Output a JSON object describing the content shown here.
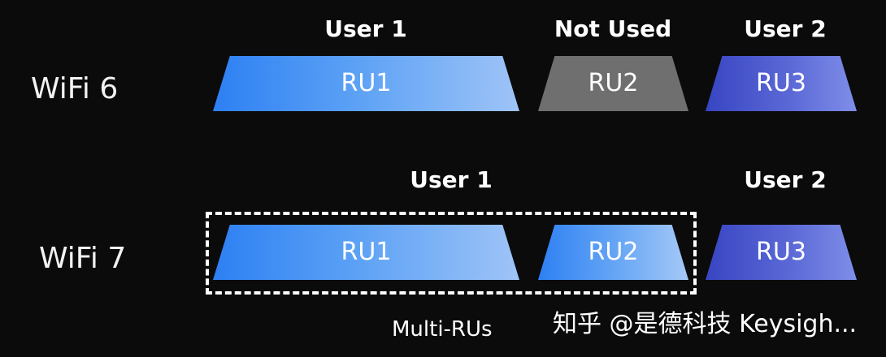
{
  "wifi6": {
    "row_label": "WiFi 6",
    "users": [
      "User 1",
      "Not Used",
      "User 2"
    ],
    "rus": [
      "RU1",
      "RU2",
      "RU3"
    ]
  },
  "wifi7": {
    "row_label": "WiFi 7",
    "users": [
      "User 1",
      "User 2"
    ],
    "rus": [
      "RU1",
      "RU2",
      "RU3"
    ],
    "multi_ru_label": "Multi-RUs"
  },
  "watermark": "知乎 @是德科技 Keysigh...",
  "colors": {
    "background": "#0b0b0b",
    "ru_blue_start": "#2d80f3",
    "ru_blue_end": "#9fc4f7",
    "ru_gray": "#6f6f6f",
    "ru_indigo_start": "#3845c2",
    "ru_indigo_end": "#7f8ee8",
    "text": "#ffffff"
  }
}
